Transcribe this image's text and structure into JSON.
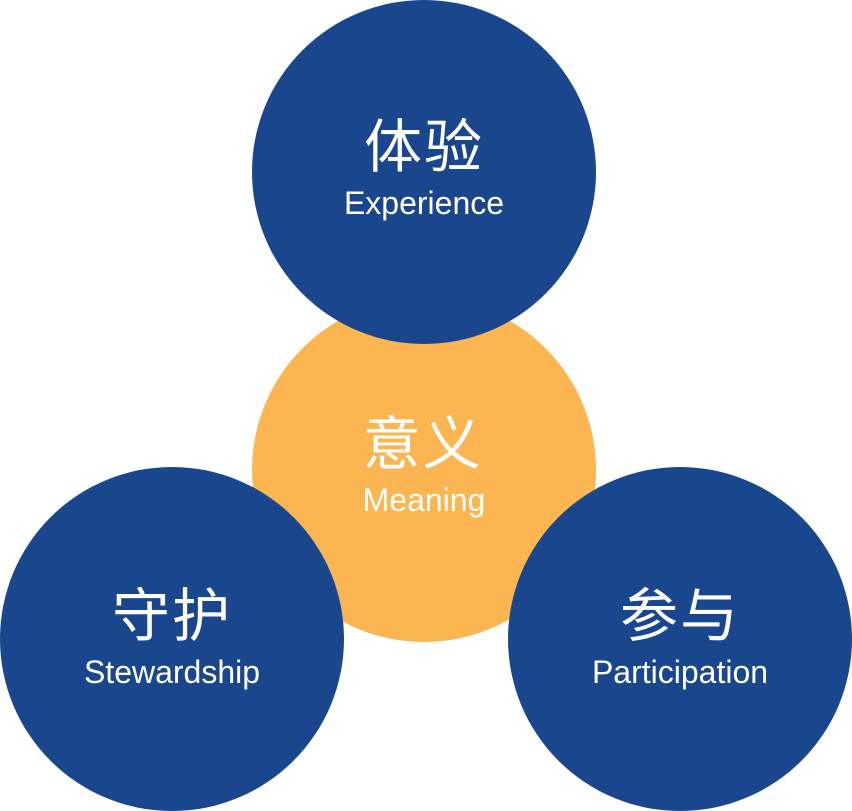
{
  "colors": {
    "outer_circle": "#19468d",
    "center_circle": "#fbb652",
    "text": "#ffffff"
  },
  "nodes": {
    "experience": {
      "zh": "体验",
      "en": "Experience"
    },
    "meaning": {
      "zh": "意义",
      "en": "Meaning"
    },
    "stewardship": {
      "zh": "守护",
      "en": "Stewardship"
    },
    "participation": {
      "zh": "参与",
      "en": "Participation"
    }
  }
}
